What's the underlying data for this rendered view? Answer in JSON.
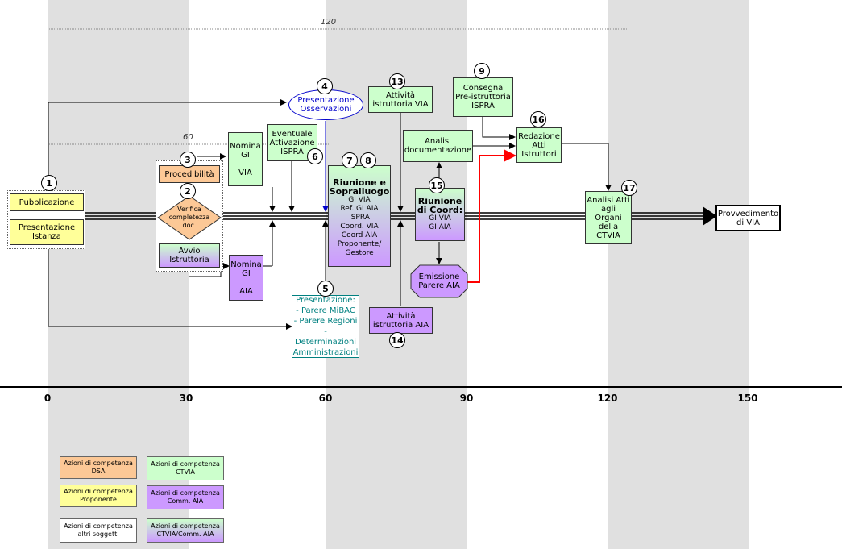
{
  "axis": {
    "ticks": [
      "0",
      "30",
      "60",
      "90",
      "120",
      "150"
    ]
  },
  "periods": {
    "p60": "60",
    "p120": "120"
  },
  "steps": {
    "pubblicazione": "Pubblicazione",
    "presentazione_istanza": "Presentazione\nIstanza",
    "procedibilita": "Procedibilità",
    "verifica": "Verifica\ncompletezza\ndoc.",
    "avvio": "Avvio\nIstruttoria",
    "nomina_via": "Nomina\nGI\n\nVIA",
    "nomina_aia": "Nomina\nGI\n\nAIA",
    "eventuale": "Eventuale\nAttivazione\nISPRA",
    "presentazione_oss": "Presentazione\nOsservazioni",
    "riunione_title": "Riunione e\nSopralluogo",
    "riunione_body": "GI VIA\nRef. GI AIA\nISPRA\nCoord. VIA\nCoord AIA\nProponente/\nGestore",
    "presentazione_pareri": "Presentazione:\n- Parere MiBAC\n- Parere Regioni\n- Determinazioni\nAmministrazioni",
    "attivita_via": "Attività\nistruttoria VIA",
    "attivita_aia": "Attività\nistruttoria AIA",
    "analisi_doc": "Analisi\ndocumentazione",
    "coord_title": "Riunione\ndi Coord:",
    "coord_body": "GI VIA\nGI AIA",
    "emissione": "Emissione\nParere AIA",
    "consegna": "Consegna\nPre-istruttoria\nISPRA",
    "redazione": "Redazione\nAtti\nIstruttori",
    "analisi_atti": "Analisi Atti\nagli Organi\ndella\nCTVIA",
    "provvedimento": "Provvedimento\ndi VIA"
  },
  "numbers": {
    "n1": "1",
    "n2": "2",
    "n3": "3",
    "n4": "4",
    "n5": "5",
    "n6": "6",
    "n7": "7",
    "n8": "8",
    "n9": "9",
    "n13": "13",
    "n14": "14",
    "n15": "15",
    "n16": "16",
    "n17": "17"
  },
  "legend": {
    "dsa": "Azioni di competenza\nDSA",
    "ctvia": "Azioni di competenza\nCTVIA",
    "proponente": "Azioni di competenza\nProponente",
    "comm_aia": "Azioni di competenza\nComm. AIA",
    "altri": "Azioni di competenza\naltri soggetti",
    "ctvia_comm": "Azioni di competenza\nCTVIA/Comm. AIA"
  },
  "colors": {
    "dsa": "#fcc896",
    "proponente": "#ffff99",
    "ctvia": "#ccffcc",
    "comm_aia": "#cc99ff",
    "band": "#e0e0e0",
    "observations": "#0000cc",
    "pareri": "#008080",
    "red_arrow": "#ff0000"
  }
}
